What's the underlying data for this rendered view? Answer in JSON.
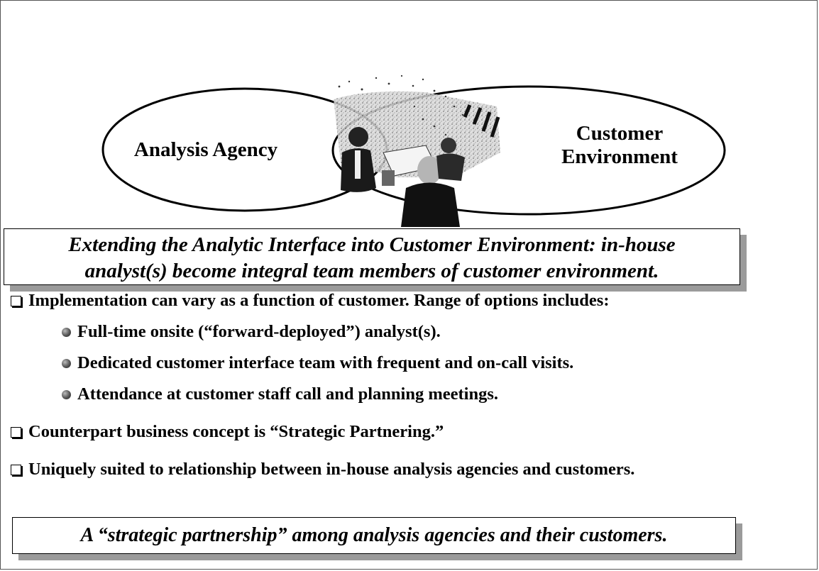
{
  "diagram": {
    "left_oval_label": "Analysis Agency",
    "right_oval_label_line1": "Customer",
    "right_oval_label_line2": "Environment",
    "overlap_image": "team-meeting-clipart"
  },
  "main_callout": {
    "line1": "Extending the Analytic Interface into Customer Environment: in-house",
    "line2": "analyst(s) become integral team members of customer environment."
  },
  "bullets": [
    {
      "text": "Implementation can vary as a function of customer. Range of options includes:"
    },
    {
      "text": "Full-time onsite (“forward-deployed”) analyst(s)."
    },
    {
      "text": "Dedicated customer interface team with frequent and on-call visits."
    },
    {
      "text": "Attendance at customer staff call and planning meetings."
    },
    {
      "text": "Counterpart business concept is “Strategic Partnering.”"
    },
    {
      "text": "Uniquely suited to relationship between in-house analysis agencies and customers."
    }
  ],
  "bottom_callout": {
    "text": "A “strategic partnership” among analysis agencies and their customers."
  }
}
